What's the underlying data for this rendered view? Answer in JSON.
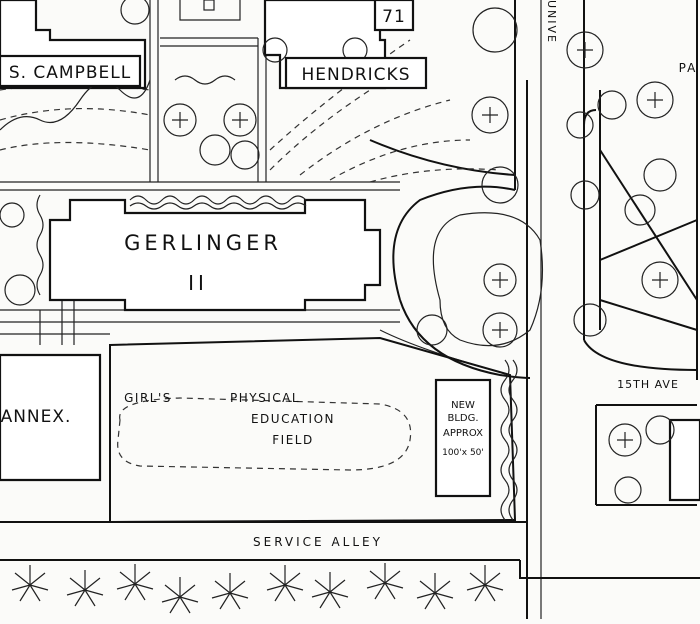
{
  "labels": {
    "campbell": "S. CAMPBELL",
    "hendricks": "HENDRICKS",
    "number_71": "71",
    "gerlinger": "GERLINGER",
    "gerlinger_numeral": "II",
    "annex": "ANNEX.",
    "field_line1": "GIRL'S",
    "field_line2": "PHYSICAL",
    "field_line3": "EDUCATION",
    "field_line4": "FIELD",
    "new_bldg_line1": "NEW",
    "new_bldg_line2": "BLDG.",
    "new_bldg_line3": "APPROX",
    "new_bldg_line4": "100'x 50'",
    "service_alley": "SERVICE ALLEY",
    "fifteenth_ave": "15TH AVE",
    "university": "UNIVE",
    "pa": "PA"
  }
}
